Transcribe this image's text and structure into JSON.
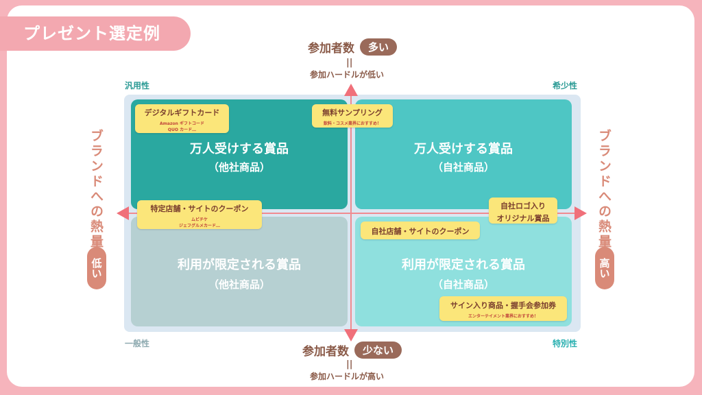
{
  "title": "プレゼント選定例",
  "top": {
    "label": "参加者数",
    "pill": "多い",
    "eq": "||",
    "sub": "参加ハードルが低い"
  },
  "bottom": {
    "label": "参加者数",
    "pill": "少ない",
    "eq": "||",
    "sub": "参加ハードルが高い"
  },
  "left": {
    "label": "ブランドへの熱量が",
    "pill": "低い"
  },
  "right": {
    "label": "ブランドへの熱量が",
    "pill": "高い"
  },
  "corners": {
    "tl": "汎用性",
    "tr": "希少性",
    "bl": "一般性",
    "br": "特別性"
  },
  "quadrants": {
    "tl": {
      "line1": "万人受けする賞品",
      "line2": "（他社商品）"
    },
    "tr": {
      "line1": "万人受けする賞品",
      "line2": "（自社商品）"
    },
    "bl": {
      "line1": "利用が限定される賞品",
      "line2": "（他社商品）"
    },
    "br": {
      "line1": "利用が限定される賞品",
      "line2": "（自社商品）"
    }
  },
  "tags": {
    "digital_gift": {
      "main": "デジタルギフトカード",
      "sub1": "Amazon ギフトコード",
      "sub2": "QUO カード…"
    },
    "sampling": {
      "main": "無料サンプリング",
      "sub1": "飲料・コスメ業界におすすめ！"
    },
    "store_coupon": {
      "main": "特定店舗・サイトのクーポン",
      "sub1": "ムビチケ",
      "sub2": "ジェフグルメカード…"
    },
    "logo_item": {
      "main1": "自社ロゴ入り",
      "main2": "オリジナル賞品"
    },
    "own_coupon": {
      "main": "自社店舗・サイトのクーポン"
    },
    "signed_item": {
      "main": "サイン入り商品・握手会参加券",
      "sub1": "エンターテイメント業界におすすめ！"
    }
  },
  "colors": {
    "tl": "#2aa8a0",
    "tr": "#4ec6c4",
    "bl": "#b6d0d2",
    "br": "#8fe0de",
    "tag": "#fbe67a",
    "axis": "#f08a90"
  }
}
